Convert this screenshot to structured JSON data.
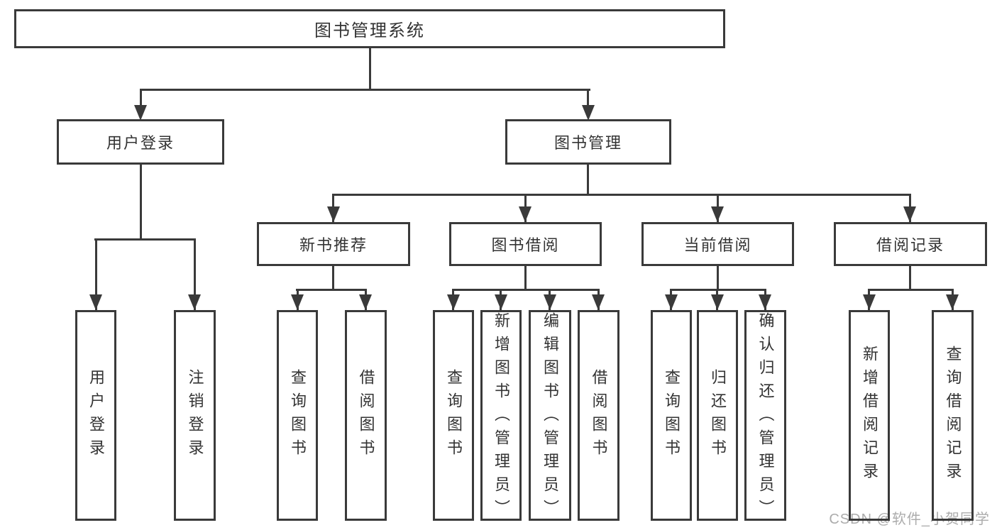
{
  "diagram_title": "图书管理系统",
  "watermark": {
    "text": "CSDN @软件_小贺同学"
  },
  "colors": {
    "line": "#3a3a3a",
    "text": "#333333",
    "watermark": "#acacac",
    "background": "#ffffff"
  },
  "tree": {
    "label": "图书管理系统",
    "children": [
      {
        "label": "用户登录",
        "children": [
          {
            "label": "用户登录"
          },
          {
            "label": "注销登录"
          }
        ]
      },
      {
        "label": "图书管理",
        "children": [
          {
            "label": "新书推荐",
            "children": [
              {
                "label": "查询图书"
              },
              {
                "label": "借阅图书"
              }
            ]
          },
          {
            "label": "图书借阅",
            "children": [
              {
                "label": "查询图书"
              },
              {
                "label": "新增图书（管理员）"
              },
              {
                "label": "编辑图书（管理员）"
              },
              {
                "label": "借阅图书"
              }
            ]
          },
          {
            "label": "当前借阅",
            "children": [
              {
                "label": "查询图书"
              },
              {
                "label": "归还图书"
              },
              {
                "label": "确认归还（管理员）"
              }
            ]
          },
          {
            "label": "借阅记录",
            "children": [
              {
                "label": "新增借阅记录"
              },
              {
                "label": "查询借阅记录"
              }
            ]
          }
        ]
      }
    ]
  }
}
